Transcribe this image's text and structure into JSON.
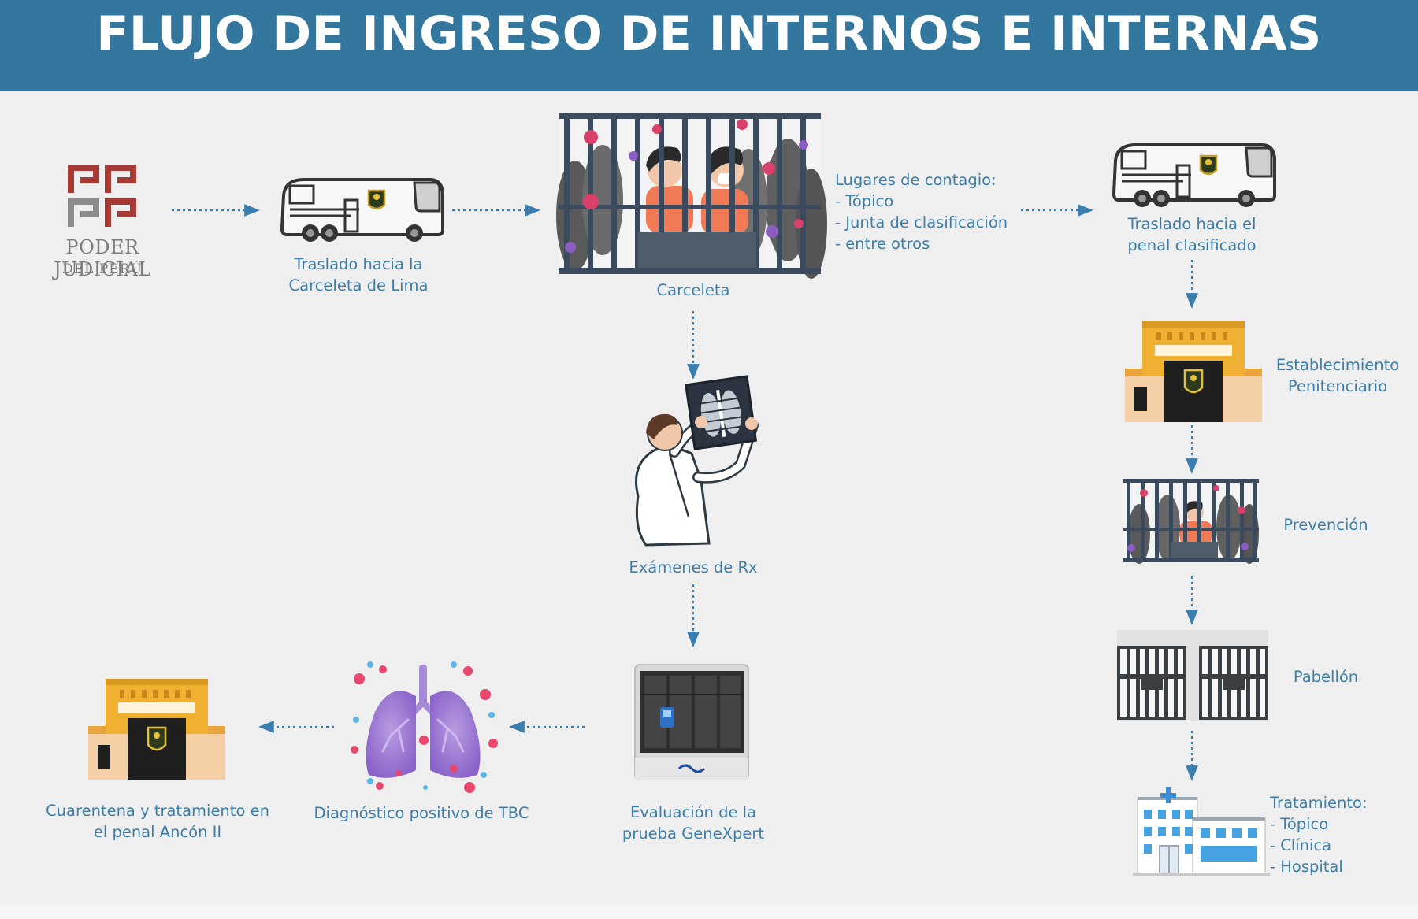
{
  "header": {
    "title": "FLUJO DE INGRESO DE INTERNOS E INTERNAS"
  },
  "logo": {
    "line1": "PODER JUDICIAL",
    "line2": "DEL PERÚ"
  },
  "steps": {
    "bus1": [
      "Traslado hacia la",
      "Carceleta de Lima"
    ],
    "carceleta": [
      "Carceleta"
    ],
    "contagio": [
      "Lugares de contagio:",
      "- Tópico",
      "- Junta de clasificación",
      "- entre otros"
    ],
    "bus2": [
      "Traslado hacia el",
      "penal clasificado"
    ],
    "establecimiento": [
      "Establecimiento",
      "Penitenciario"
    ],
    "prevencion": [
      "Prevención"
    ],
    "pabellon": [
      "Pabellón"
    ],
    "tratamiento": [
      "Tratamiento:",
      "- Tópico",
      "- Clínica",
      "- Hospital"
    ],
    "rx": [
      "Exámenes de Rx"
    ],
    "genexpert": [
      "Evaluación de la",
      "prueba GeneXpert"
    ],
    "tbc": [
      "Diagnóstico positivo de TBC"
    ],
    "cuarentena": [
      "Cuarentena y tratamiento en",
      "el penal Ancón II"
    ]
  },
  "colors": {
    "header": "#34779e",
    "label": "#3c7ea8",
    "arrow": "#3a7eaf",
    "background": "#efefef"
  }
}
